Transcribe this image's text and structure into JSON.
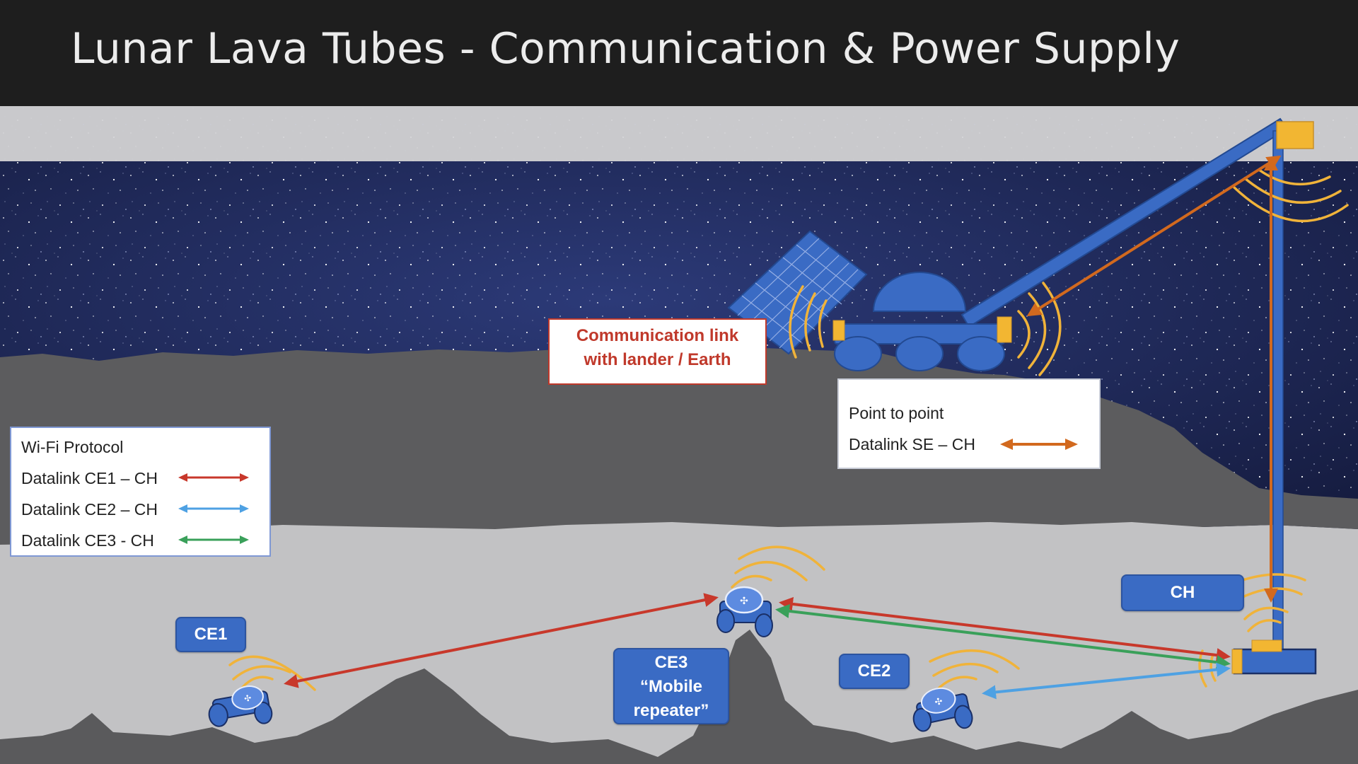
{
  "title": "Lunar Lava Tubes - Communication & Power Supply",
  "colors": {
    "link_ce1": "#c8382b",
    "link_ce2": "#4ea1e3",
    "link_ce3": "#3aa05a",
    "link_se": "#d2691e",
    "signal": "#f0b33a",
    "rover_blue": "#3a6bc4"
  },
  "labels": {
    "ce1": "CE1",
    "ce2": "CE2",
    "ce3": [
      "CE3",
      "“Mobile",
      "repeater”"
    ],
    "ch": "CH"
  },
  "comm_box": [
    "Communication link",
    "with lander / Earth"
  ],
  "p2p_legend": {
    "line1": "Point to point",
    "line2": "Datalink SE – CH"
  },
  "wifi_legend": {
    "heading": "Wi-Fi Protocol",
    "items": [
      {
        "label": "Datalink CE1 – CH",
        "color": "link_ce1"
      },
      {
        "label": "Datalink CE2 – CH",
        "color": "link_ce2"
      },
      {
        "label": "Datalink CE3 - CH",
        "color": "link_ce3"
      }
    ]
  }
}
